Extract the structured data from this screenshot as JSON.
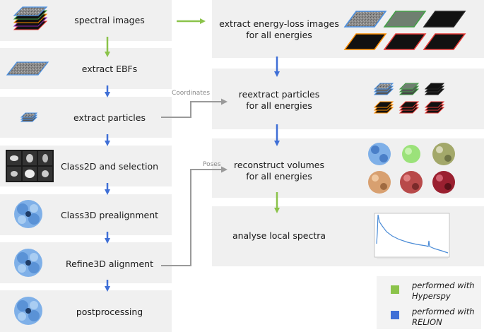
{
  "left_steps": [
    {
      "label": "spectral images"
    },
    {
      "label": "extract EBFs"
    },
    {
      "label": "extract particles"
    },
    {
      "label": "Class2D and selection"
    },
    {
      "label": "Class3D prealignment"
    },
    {
      "label": "Refine3D alignment"
    },
    {
      "label": "postprocessing"
    }
  ],
  "right_steps": [
    {
      "line1": "extract energy-loss images",
      "line2": "for all energies"
    },
    {
      "line1": "reextract particles",
      "line2": "for all energies"
    },
    {
      "line1": "reconstruct volumes",
      "line2": "for all energies"
    },
    {
      "line1": "analyse local spectra",
      "line2": ""
    }
  ],
  "connectors": {
    "coordinates": "Coordinates",
    "poses": "Poses"
  },
  "legend": {
    "hyperspy_line1": "performed with",
    "hyperspy_line2": "Hyperspy",
    "relion_line1": "performed with",
    "relion_line2": "RELION"
  },
  "colors": {
    "hyperspy": "#8bc34a",
    "relion": "#3f6fd6",
    "panel": "#f0f0f0",
    "connector": "#9a9a9a"
  }
}
